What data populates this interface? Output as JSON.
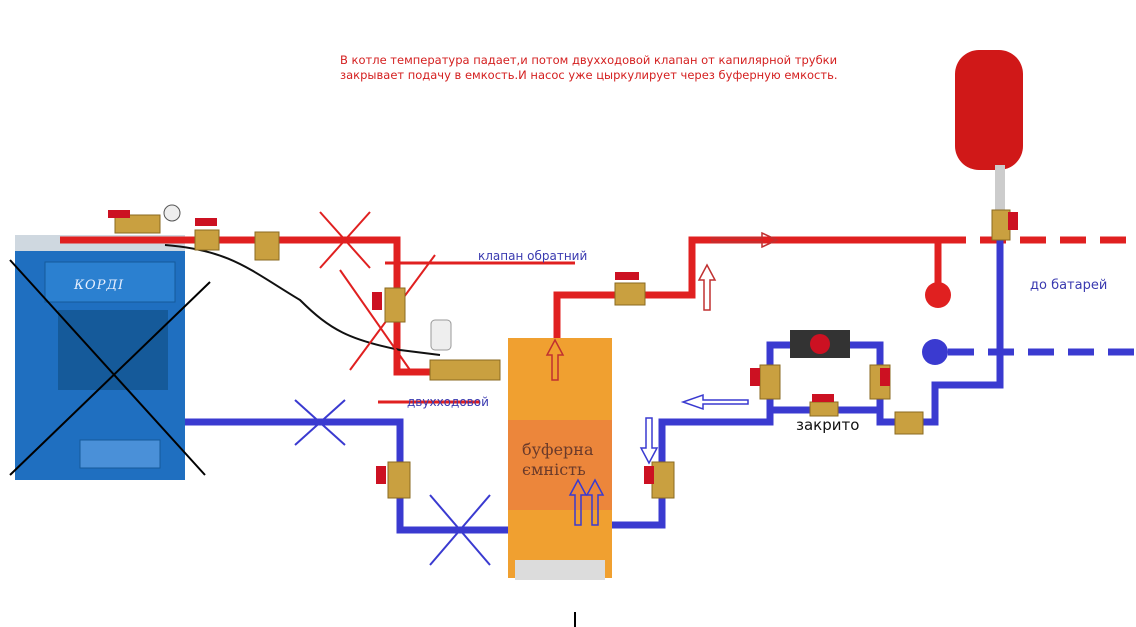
{
  "note": "В котле температура падает,и потом двухходовой клапан от капилярной трубки закрывает подачу в емкость.И насос уже цыркулирует через буферную емкость.",
  "labels": {
    "check_valve": "клапан обратний",
    "two_way_valve": "двухходовой",
    "buffer_tank": "буферна ємність",
    "closed": "закрито",
    "to_radiators": "до батарей",
    "boiler_brand": "КОРДІ"
  },
  "colors": {
    "supply": "#e02020",
    "return": "#3a3ad0",
    "boiler": "#1f6fc0",
    "tank": "#f0a030",
    "expansion_tank": "#d01818"
  }
}
